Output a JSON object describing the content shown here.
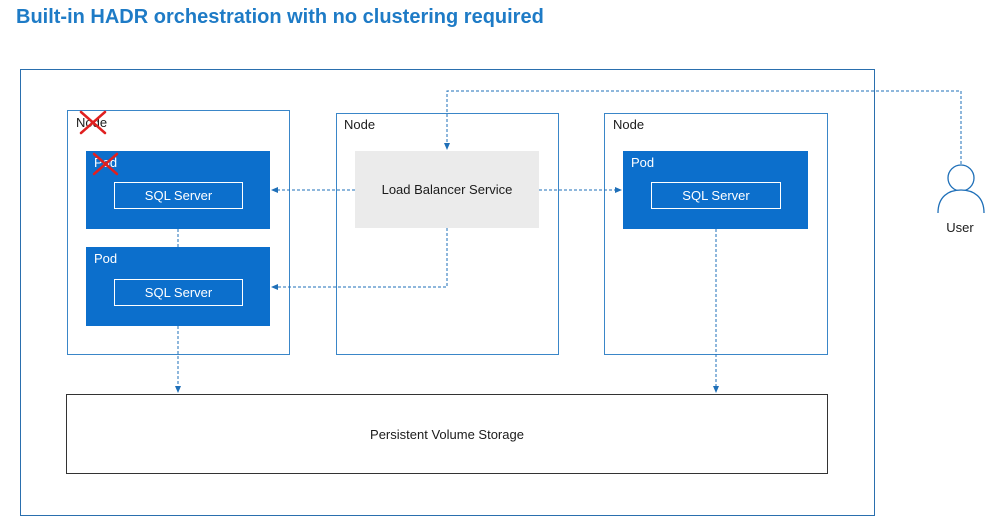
{
  "title": "Built-in HADR orchestration with no clustering required",
  "nodes": [
    {
      "label": "Node",
      "failed": true
    },
    {
      "label": "Node"
    },
    {
      "label": "Node"
    }
  ],
  "pods": [
    {
      "label": "Pod",
      "sql": "SQL Server",
      "failed": true
    },
    {
      "label": "Pod",
      "sql": "SQL Server"
    },
    {
      "label": "Pod",
      "sql": "SQL Server"
    }
  ],
  "load_balancer": "Load Balancer Service",
  "storage": "Persistent Volume Storage",
  "user": "User",
  "colors": {
    "title": "#1e7bc6",
    "pod": "#0c6fcc",
    "connector": "#1e6fb8",
    "failure": "#e02020"
  }
}
